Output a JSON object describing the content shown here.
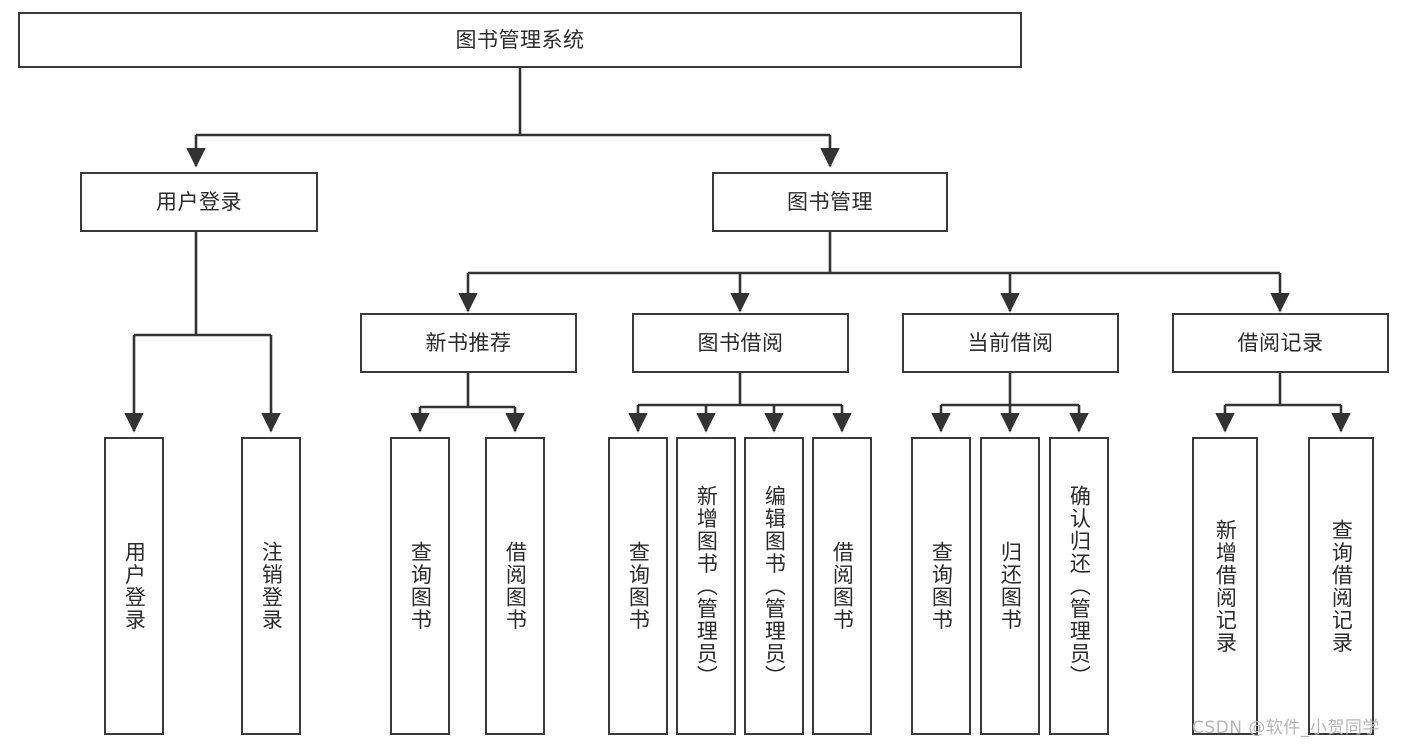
{
  "diagram": {
    "type": "tree-hierarchy",
    "title": "图书管理系统",
    "watermark": "CSDN @软件_小贺同学",
    "colors": {
      "box_border": "#3a3a3a",
      "box_fill": "#ffffff",
      "text": "#2b2b2b",
      "edge": "#333333",
      "watermark": "#b6b6b6",
      "background": "#ffffff"
    },
    "nodes": {
      "root": {
        "label": "图书管理系统"
      },
      "level2": [
        {
          "id": "user-login",
          "label": "用户登录"
        },
        {
          "id": "book-manage",
          "label": "图书管理"
        }
      ],
      "level3": [
        {
          "id": "new-book-recommend",
          "label": "新书推荐"
        },
        {
          "id": "book-borrow",
          "label": "图书借阅"
        },
        {
          "id": "current-borrow",
          "label": "当前借阅"
        },
        {
          "id": "borrow-record",
          "label": "借阅记录"
        }
      ],
      "leaves": {
        "user-login": [
          {
            "id": "leaf-user-login",
            "label": "用户登录"
          },
          {
            "id": "leaf-logout",
            "label": "注销登录"
          }
        ],
        "new-book-recommend": [
          {
            "id": "leaf-query-book-1",
            "label": "查询图书"
          },
          {
            "id": "leaf-borrow-book-1",
            "label": "借阅图书"
          }
        ],
        "book-borrow": [
          {
            "id": "leaf-query-book-2",
            "label": "查询图书"
          },
          {
            "id": "leaf-add-book",
            "label": "新增图书（管理员）"
          },
          {
            "id": "leaf-edit-book",
            "label": "编辑图书（管理员）"
          },
          {
            "id": "leaf-borrow-book-2",
            "label": "借阅图书"
          }
        ],
        "current-borrow": [
          {
            "id": "leaf-query-book-3",
            "label": "查询图书"
          },
          {
            "id": "leaf-return-book",
            "label": "归还图书"
          },
          {
            "id": "leaf-confirm-return",
            "label": "确认归还（管理员）"
          }
        ],
        "borrow-record": [
          {
            "id": "leaf-add-record",
            "label": "新增借阅记录"
          },
          {
            "id": "leaf-query-record",
            "label": "查询借阅记录"
          }
        ]
      }
    }
  }
}
